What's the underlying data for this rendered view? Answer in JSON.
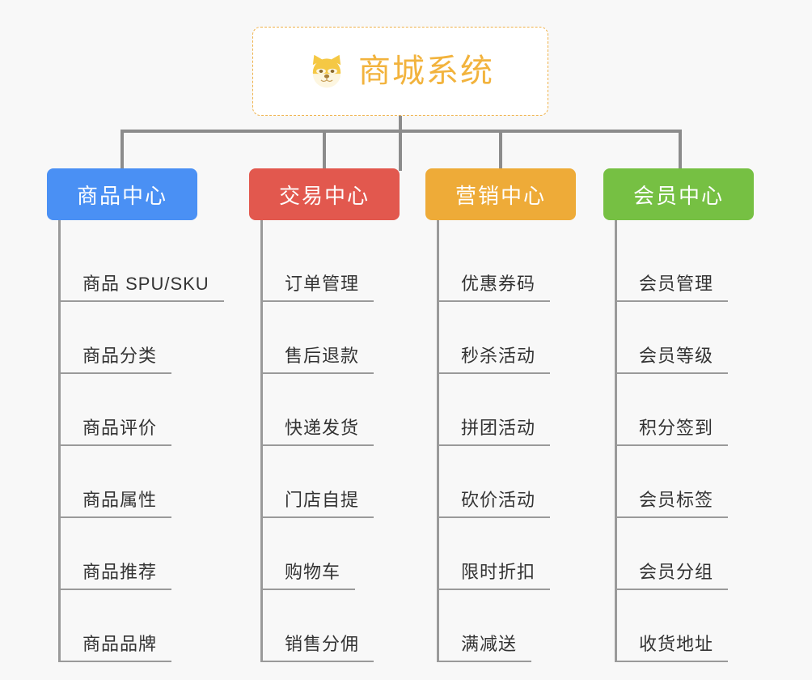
{
  "diagram": {
    "background_color": "#f8f8f8",
    "connector_color": "#8c8c8c",
    "root": {
      "title": "商城系统",
      "icon": "shiba-dog-face-icon",
      "text_color": "#f2b33d",
      "border_color": "#f0b24a",
      "background_color": "#ffffff"
    },
    "columns": [
      {
        "label": "商品中心",
        "color": "#4a90f4",
        "items": [
          "商品 SPU/SKU",
          "商品分类",
          "商品评价",
          "商品属性",
          "商品推荐",
          "商品品牌"
        ]
      },
      {
        "label": "交易中心",
        "color": "#e2584e",
        "items": [
          "订单管理",
          "售后退款",
          "快递发货",
          "门店自提",
          "购物车",
          "销售分佣"
        ]
      },
      {
        "label": "营销中心",
        "color": "#eeab38",
        "items": [
          "优惠券码",
          "秒杀活动",
          "拼团活动",
          "砍价活动",
          "限时折扣",
          "满减送"
        ]
      },
      {
        "label": "会员中心",
        "color": "#76c043",
        "items": [
          "会员管理",
          "会员等级",
          "积分签到",
          "会员标签",
          "会员分组",
          "收货地址"
        ]
      }
    ]
  }
}
